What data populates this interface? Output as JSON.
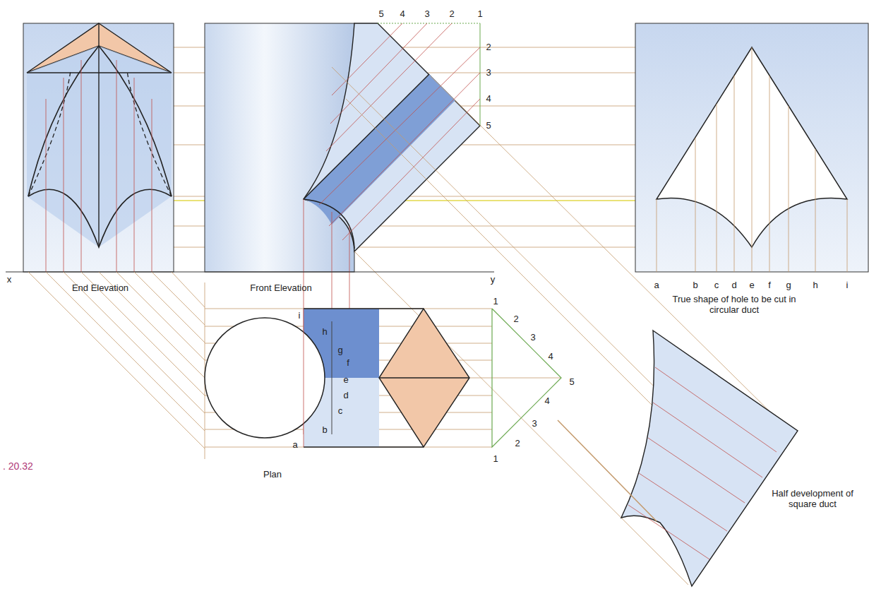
{
  "diagram": {
    "caption": ". 20.32",
    "labels": [
      "5",
      "4",
      "3",
      "2",
      "1",
      "2",
      "3",
      "4",
      "5",
      "x",
      "End Elevation",
      "Front Elevation",
      "y",
      "a",
      "b",
      "c",
      "d",
      "e",
      "f",
      "g",
      "h",
      "i",
      "True shape of hole to be cut in circular duct",
      "i",
      "h",
      "g",
      "f",
      "e",
      "d",
      "c",
      "b",
      "a",
      "Plan",
      "1",
      "2",
      "3",
      "4",
      "5",
      "4",
      "3",
      "2",
      "1",
      "Half development of square duct"
    ]
  }
}
